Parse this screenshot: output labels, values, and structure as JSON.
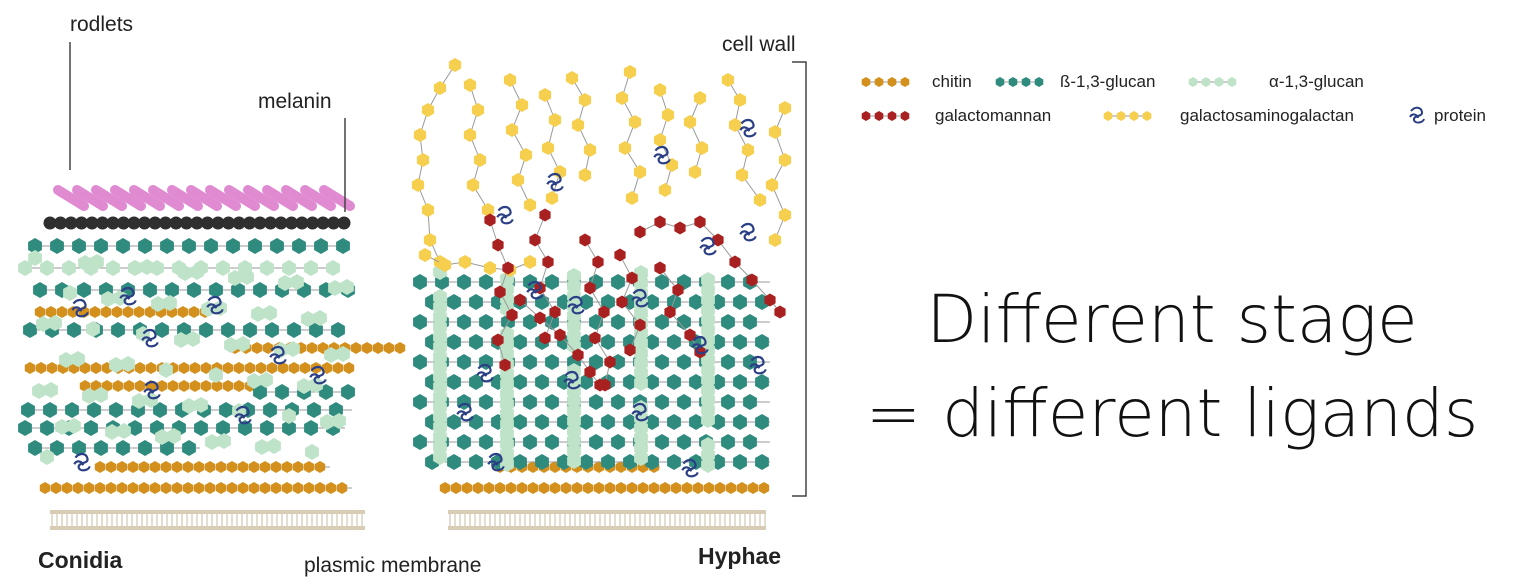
{
  "labels": {
    "rodlets": "rodlets",
    "melanin": "melanin",
    "cell_wall": "cell wall",
    "conidia": "Conidia",
    "plasmic_membrane": "plasmic membrane",
    "hyphae": "Hyphae"
  },
  "legend": {
    "chitin": "chitin",
    "beta_glucan": "ß-1,3-glucan",
    "alpha_glucan": "α-1,3-glucan",
    "galactomannan": "galactomannan",
    "gag": "galactosaminogalactan",
    "protein": "protein"
  },
  "headline": {
    "line1": "Different stage",
    "line2": "= different ligands"
  },
  "colors": {
    "chitin": "#d4901c",
    "beta_glucan": "#2e8b7e",
    "alpha_glucan": "#bfe3c8",
    "galactomannan": "#a8201f",
    "gag": "#f6cf4f",
    "protein": "#2b3f86",
    "rodlet": "#e08ad2",
    "melanin": "#2f2f2f",
    "membrane": "#d8ccb4"
  },
  "icons": {
    "protein": "protein-icon"
  }
}
